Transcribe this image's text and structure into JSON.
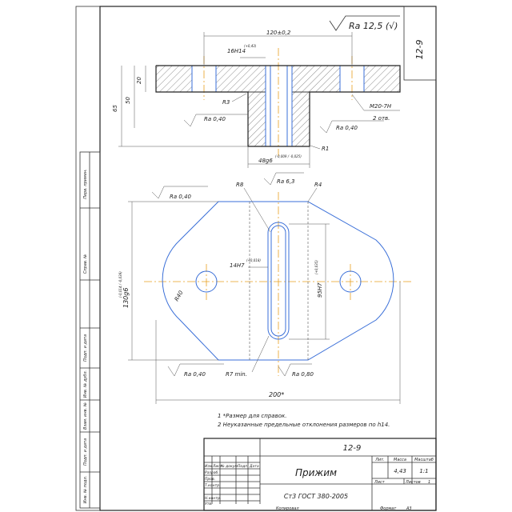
{
  "drawing": {
    "surface_roughness_overall": "Ra 12,5 (√)",
    "vertical_code": "12-9",
    "section_view": {
      "dim_width_top": "120±0,2",
      "dim_bore_top": "16H14",
      "dim_bore_top_tol": "(+0,43)",
      "dim_flange_h": "20",
      "dim_mid_h": "50",
      "dim_total_h": "65",
      "radius_r3": "R3",
      "radius_r1": "R1",
      "ra_left": "Ra 0,40",
      "ra_right": "Ra 0,40",
      "thread": "M20-7H",
      "thread_count": "2 отв.",
      "dim_shaft": "48g6",
      "dim_shaft_tol": "(-0,009 / -0,025)"
    },
    "plan_view": {
      "radius_r8": "R8",
      "ra_top": "Ra 6,3",
      "radius_r4": "R4",
      "ra_left_top": "Ra 0,40",
      "slot_width": "14H7",
      "slot_width_tol": "(+0,018)",
      "dim_height": "130g6",
      "dim_height_tol": "(-0,014 / -0,039)",
      "slot_length": "95H7",
      "slot_length_tol": "(+0,035)",
      "radius_r40": "R40",
      "ra_bottom_left": "Ra 0,40",
      "radius_r7": "R7 min.",
      "ra_bottom_right": "Ra 0,80",
      "dim_overall_width": "200*"
    },
    "notes": [
      "1  *Размер для справок.",
      "2  Неуказанные предельные отклонения размеров по h14."
    ],
    "side_stamp": [
      "Перв. примен.",
      "Справ. №",
      "Подп. и дата",
      "Инв. № дубл.",
      "Взам. инв. №",
      "Подп. и дата",
      "Инв. № подл."
    ],
    "title_block": {
      "code": "12-9",
      "part_name": "Прижим",
      "material": "Ст3 ГОСТ 380-2005",
      "col_headers": [
        "Изм",
        "Лист",
        "№ докум.",
        "Подп.",
        "Дата"
      ],
      "row_labels": [
        "Разраб.",
        "Пров.",
        "Т.контр.",
        "",
        "Н.контр.",
        "Утв."
      ],
      "lit_header": "Лит.",
      "mass_header": "Масса",
      "scale_header": "Масштаб",
      "mass": "4,43",
      "scale": "1:1",
      "sheet_label": "Лист",
      "sheets_label": "Листов",
      "sheets_count": "1",
      "copied": "Копировал",
      "format": "Формат",
      "format_value": "А3"
    }
  }
}
